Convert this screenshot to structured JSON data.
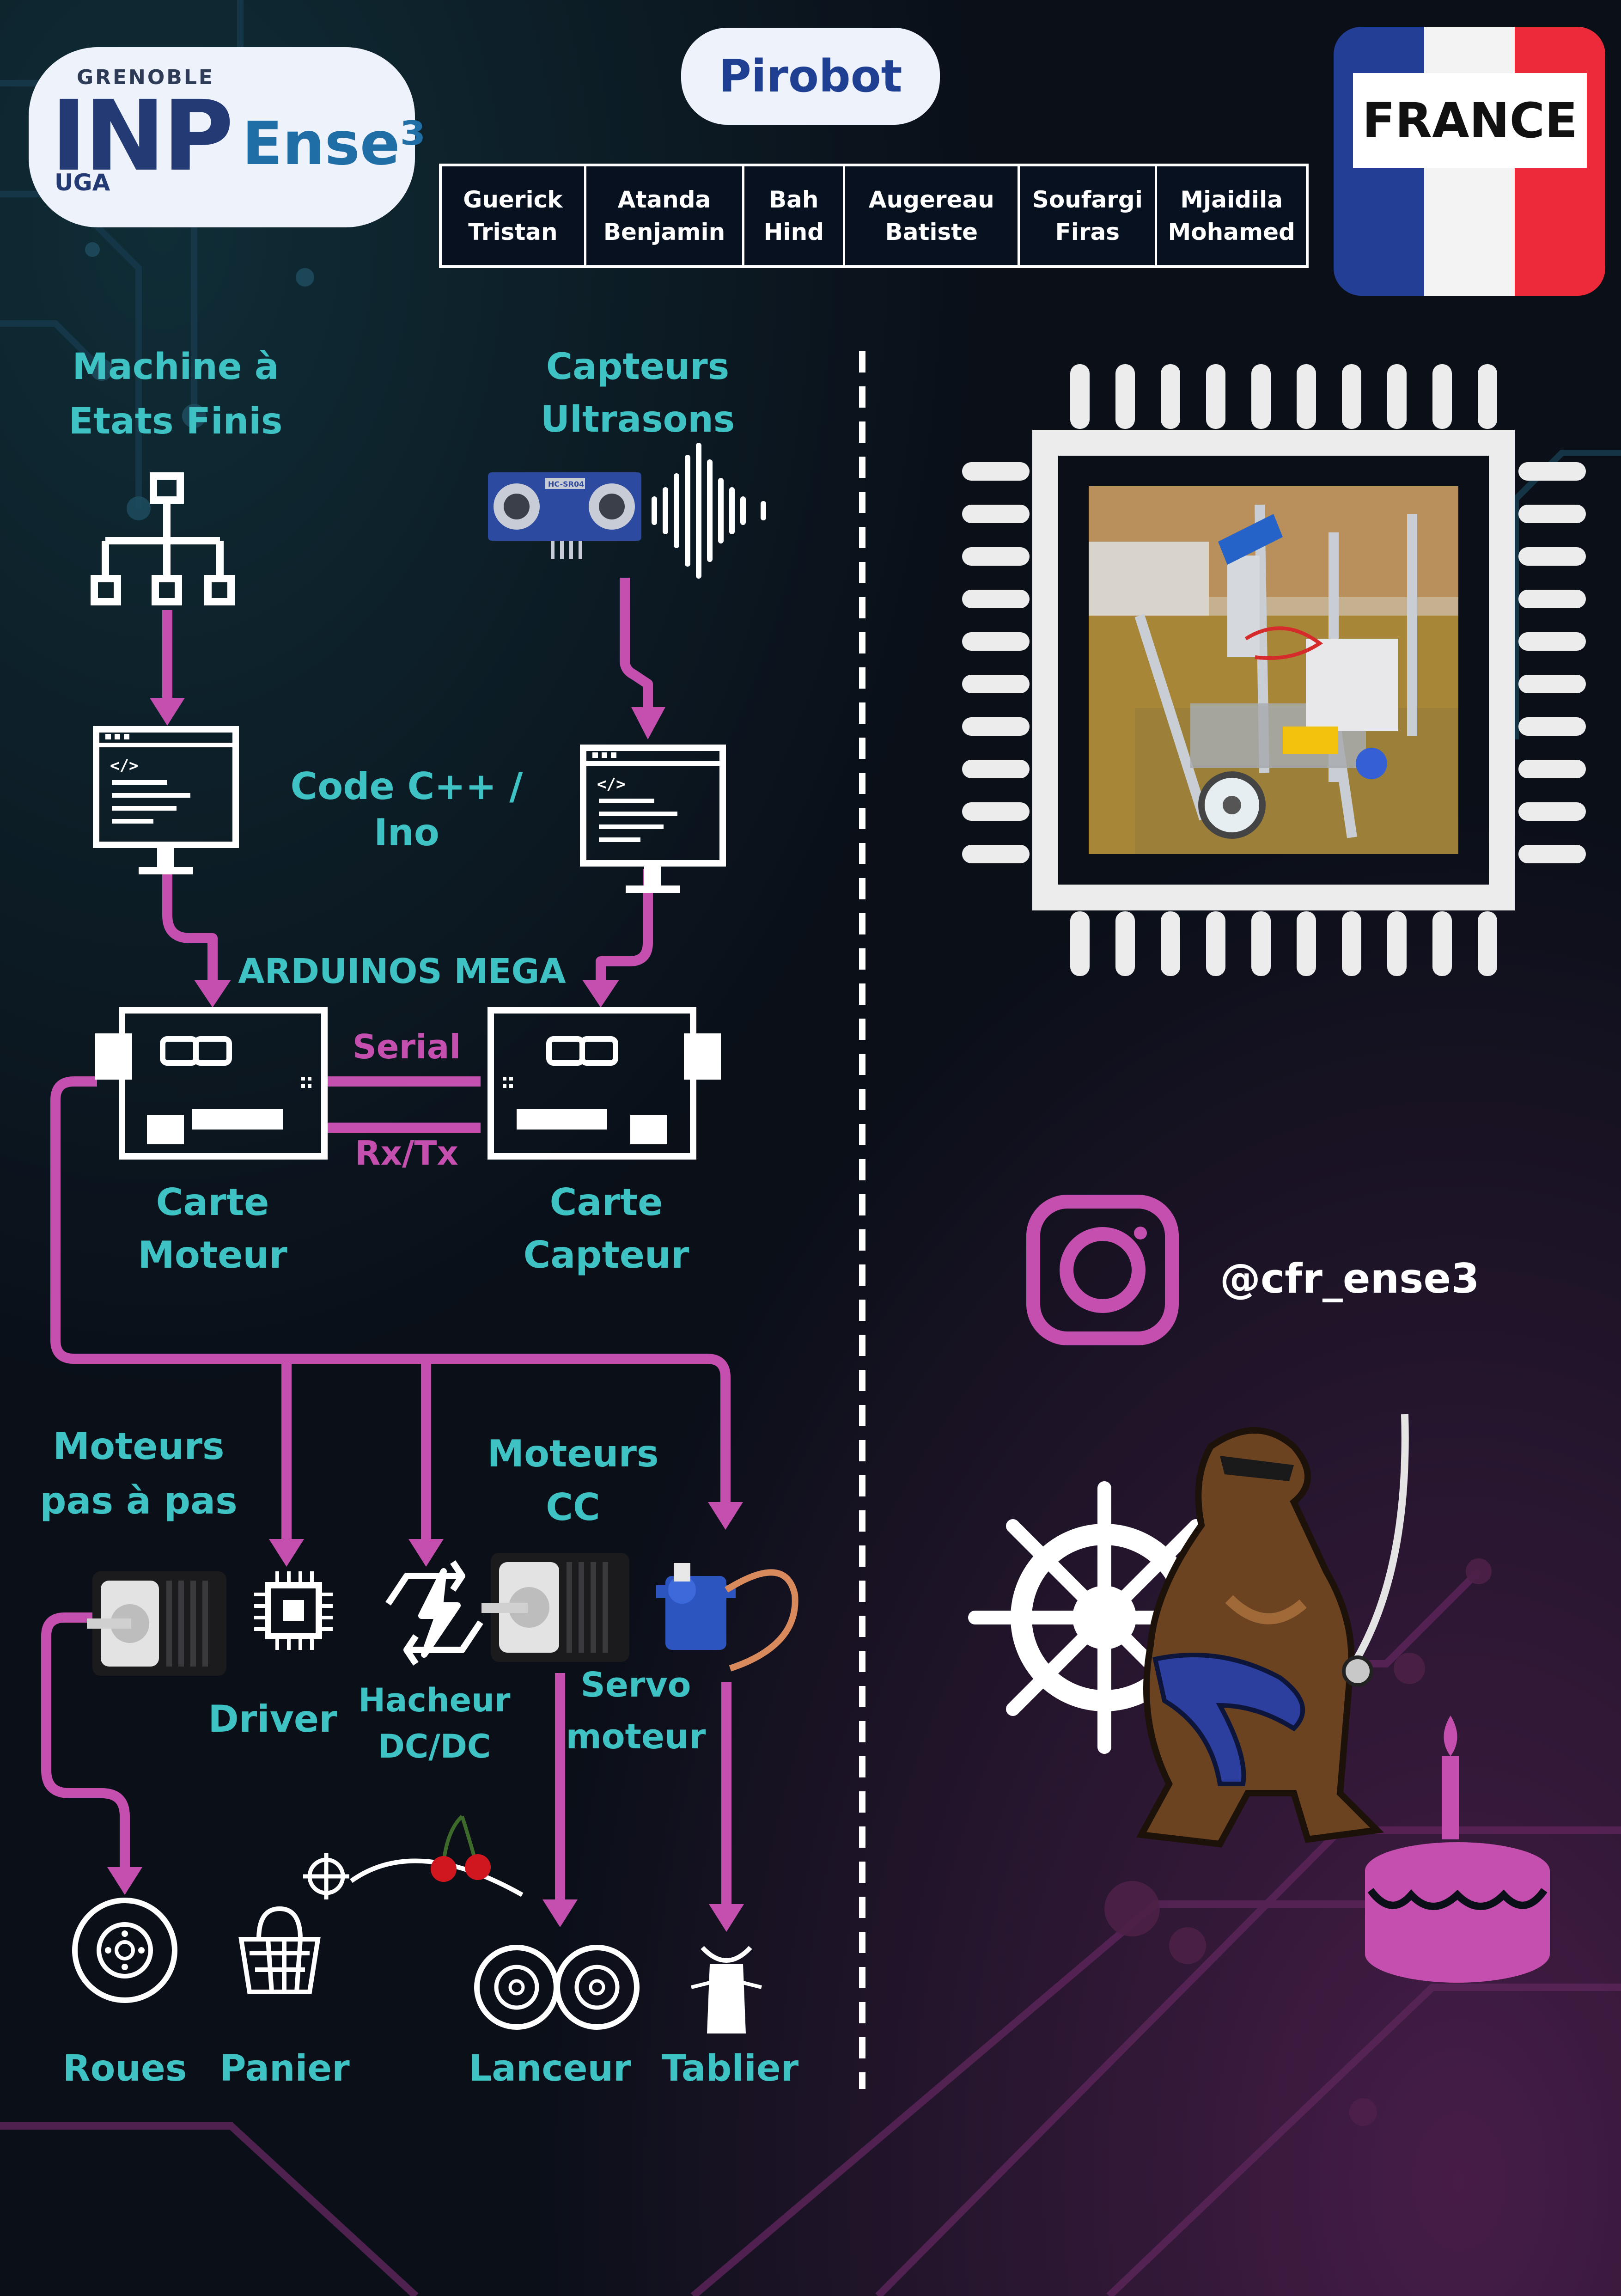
{
  "header": {
    "logo_top": "GRENOBLE",
    "logo_main": "INP",
    "logo_school": "Ense³",
    "logo_sub": "UGA",
    "title": "Pirobot",
    "country": "FRANCE",
    "members": [
      "Guerick\nTristan",
      "Atanda\nBenjamin",
      "Bah\nHind",
      "Augereau\nBatiste",
      "Soufargi\nFiras",
      "Mjaidila\nMohamed"
    ]
  },
  "diagram": {
    "fsm_label_1": "Machine à",
    "fsm_label_2": "Etats Finis",
    "sensors_label_1": "Capteurs",
    "sensors_label_2": "Ultrasons",
    "code_label": "Code C++ / Ino",
    "arduino_label": "ARDUINOS MEGA",
    "serial_label": "Serial",
    "rxtx_label": "Rx/Tx",
    "motor_card_1": "Carte",
    "motor_card_2": "Moteur",
    "sensor_card_1": "Carte",
    "sensor_card_2": "Capteur",
    "stepper_label_1": "Moteurs",
    "stepper_label_2": "pas à pas",
    "dc_label_1": "Moteurs",
    "dc_label_2": "CC",
    "driver_label": "Driver",
    "chopper_label_1": "Hacheur",
    "chopper_label_2": "DC/DC",
    "servo_label_1": "Servo",
    "servo_label_2": "moteur",
    "wheels_label": "Roues",
    "basket_label": "Panier",
    "launcher_label": "Lanceur",
    "apron_label": "Tablier",
    "code_tag": "</>",
    "sensor_chip": "HC-SR04"
  },
  "social": {
    "handle": "@cfr_ense3",
    "icon": "instagram-icon"
  },
  "colors": {
    "teal": "#3ec2c4",
    "magenta": "#c54fae",
    "navy": "#1f3f93",
    "flag_blue": "#233e95",
    "flag_red": "#ec2a3a"
  }
}
